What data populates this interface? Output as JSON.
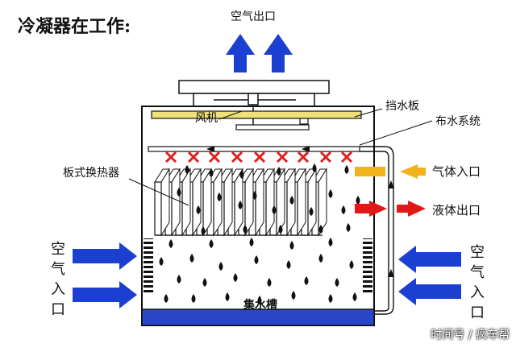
{
  "title": "冷凝器在工作:",
  "labels": {
    "air_outlet": "空气出口",
    "fan": "风机",
    "baffle": "挡水板",
    "water_distribution": "布水系统",
    "plate_exchanger": "板式换热器",
    "gas_inlet": "气体入口",
    "liquid_outlet": "液体出口",
    "air_inlet_left": "空气入口",
    "air_inlet_right": "空气入口",
    "water_tank": "集水槽"
  },
  "watermark": "时间号 / 疯车帮",
  "colors": {
    "air_arrow": "#1b3fd0",
    "gas_arrow": "#f2b21b",
    "liquid_arrow": "#e01818",
    "baffle": "#efe07a",
    "water_tank": "#2a46c8",
    "nozzle_x": "#e02020",
    "droplet": "#111111",
    "plate": "#ffffff",
    "outline": "#111111"
  }
}
